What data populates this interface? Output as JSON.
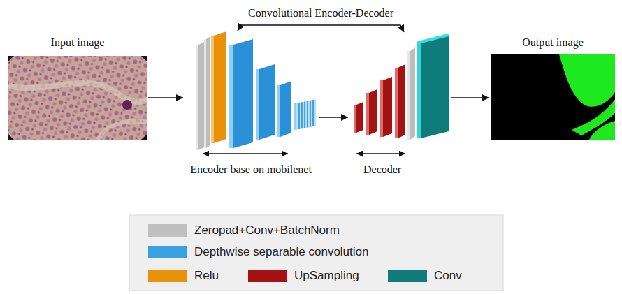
{
  "diagram": {
    "nodes": [
      {
        "text": [
          "Input image"
        ]
      },
      {
        "text": [
          "Encoder base on mobilenet"
        ]
      },
      {
        "text": [
          "Decoder"
        ]
      },
      {
        "text": [
          "Output image"
        ]
      }
    ],
    "edges": [
      {
        "from": 0,
        "to": 1,
        "arrow": "to"
      },
      {
        "from": 1,
        "to": 2,
        "arrow": "to"
      },
      {
        "from": 2,
        "to": 3,
        "arrow": "to"
      },
      {
        "from": 1,
        "to": 2,
        "label": "Convolutional Encoder-Decoder",
        "arrow": "both"
      }
    ],
    "legend": [
      {
        "text": "Zeropad+Conv+BatchNorm",
        "color": "#c0c0c0"
      },
      {
        "text": "Depthwise separable convolution",
        "color": "#3ba0e0"
      },
      {
        "text": "Relu",
        "color": "#e8920a"
      },
      {
        "text": "UpSampling",
        "color": "#a51212"
      },
      {
        "text": "Conv",
        "color": "#0f7b7b"
      }
    ]
  }
}
